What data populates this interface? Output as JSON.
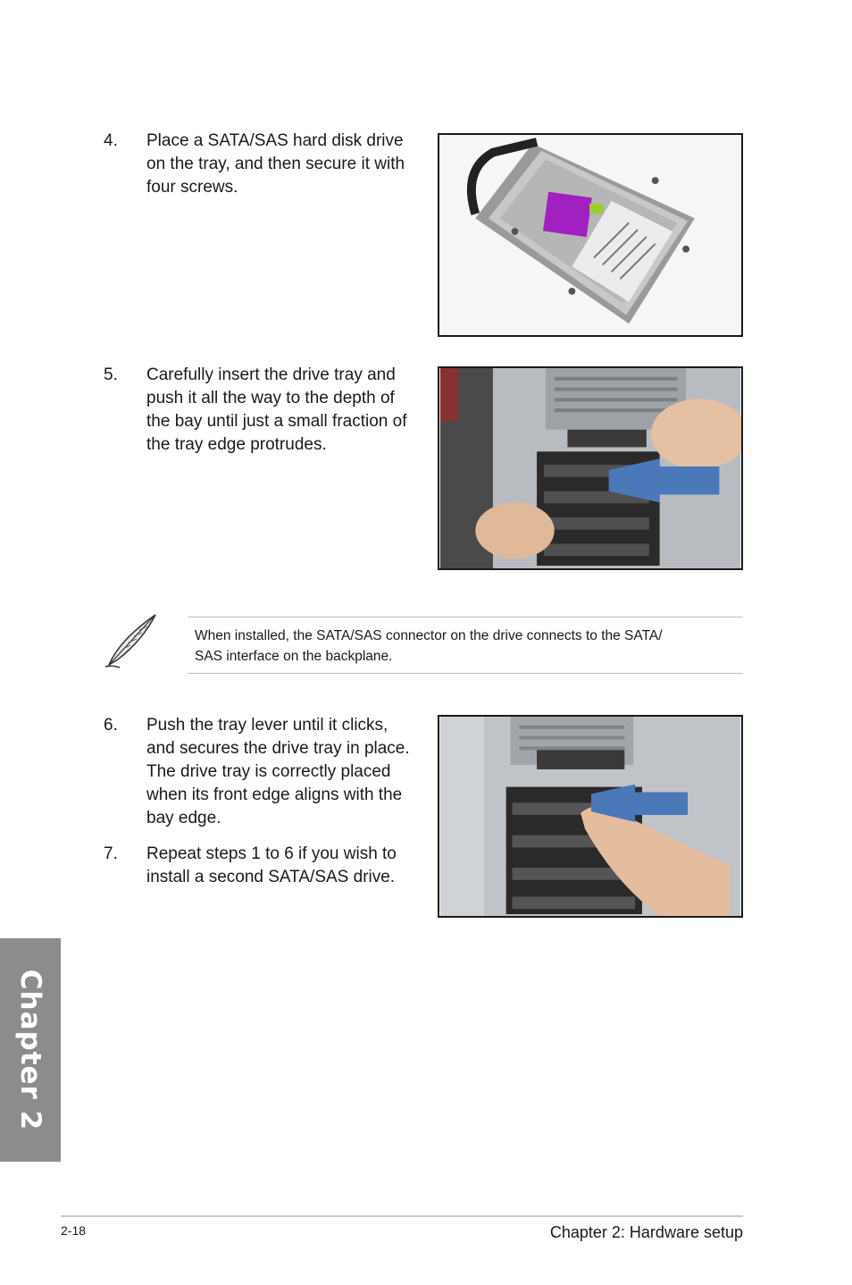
{
  "steps": [
    {
      "number": "4.",
      "lines": [
        "Place a SATA/SAS hard disk drive",
        "on the tray, and then secure it with",
        "four screws."
      ]
    },
    {
      "number": "5.",
      "lines": [
        "Carefully insert the drive tray and",
        "push it all the way to the depth of",
        "the bay until just a small fraction of",
        "the tray edge protrudes."
      ]
    },
    {
      "number": "6.",
      "lines": [
        "Push the tray lever until it clicks,",
        "and secures the drive tray in place.",
        "The drive tray is correctly placed",
        "when its front edge aligns with the",
        "bay edge."
      ]
    },
    {
      "number": "7.",
      "lines": [
        "Repeat steps 1 to 6 if you wish to",
        "install a second SATA/SAS drive."
      ]
    }
  ],
  "note": {
    "icon": "feather-pen-icon",
    "lines": [
      "When installed, the SATA/SAS connector on the drive connects to the SATA/",
      "SAS interface on the backplane."
    ]
  },
  "chapter_tab": {
    "label": "Chapter 2"
  },
  "footer": {
    "page_number": "2-18",
    "running_title": "Chapter 2: Hardware setup"
  },
  "colors": {
    "chapter_tab": "#8c8c8c",
    "arrow": "#4a78b8",
    "label_purple": "#a020c0"
  }
}
